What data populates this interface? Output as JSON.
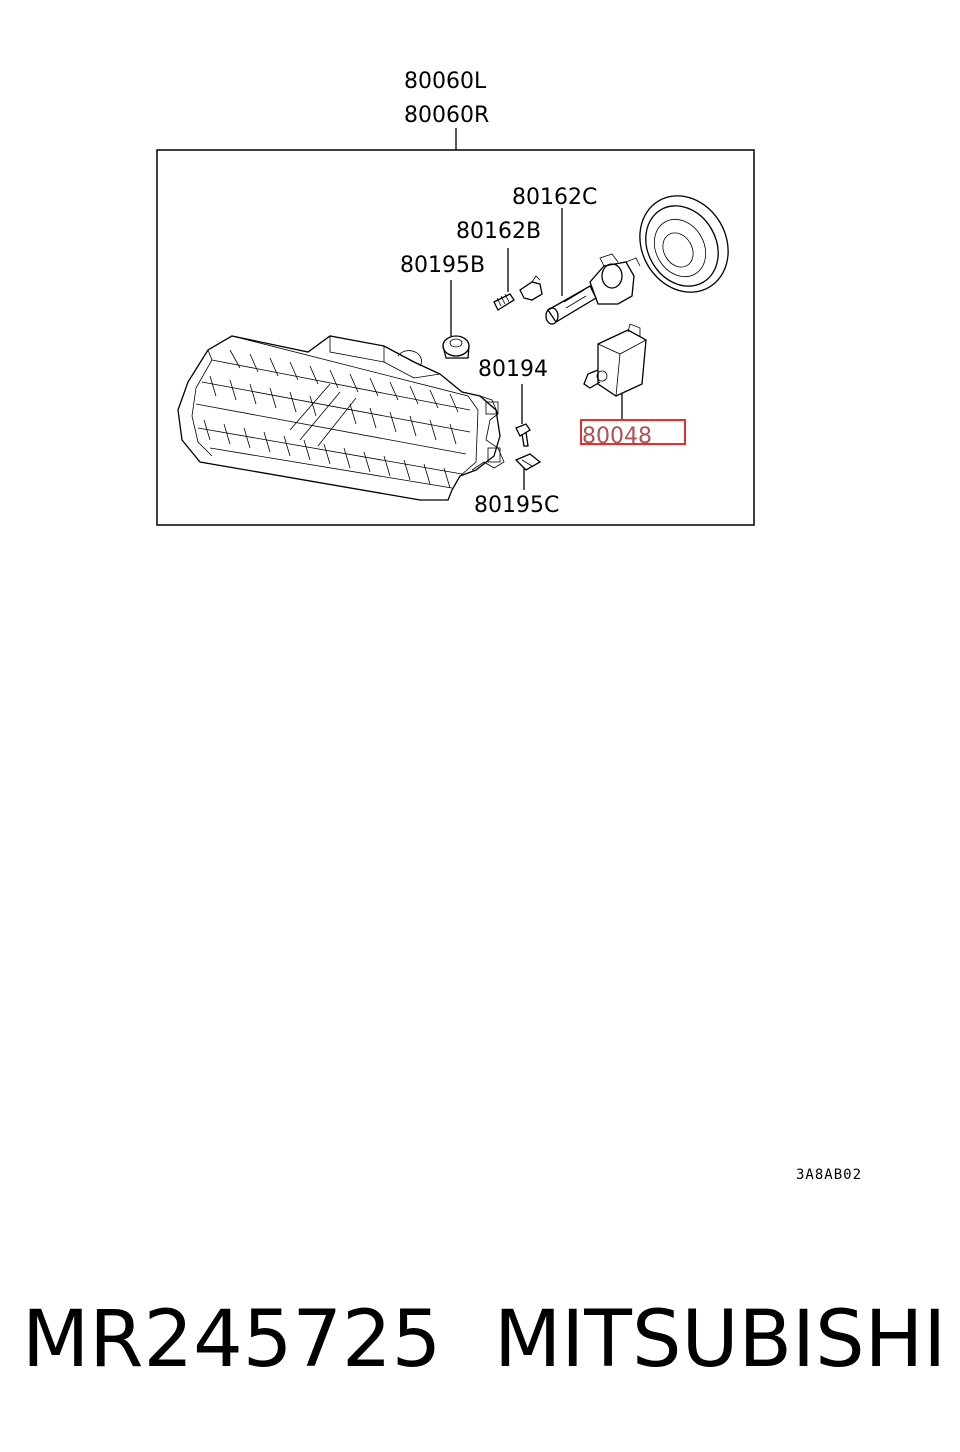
{
  "diagram": {
    "assembly_labels": [
      "80060L",
      "80060R"
    ],
    "callouts": {
      "bulb_high": "80162C",
      "bulb_small": "80162B",
      "grommet": "80195B",
      "screw": "80194",
      "socket": "80048",
      "clip": "80195C"
    },
    "highlighted_part": "80048",
    "figure_code": "3A8AB02",
    "highlight_color": "#e03030"
  },
  "caption": {
    "part_number": "MR245725",
    "brand": "MITSUBISHI"
  }
}
